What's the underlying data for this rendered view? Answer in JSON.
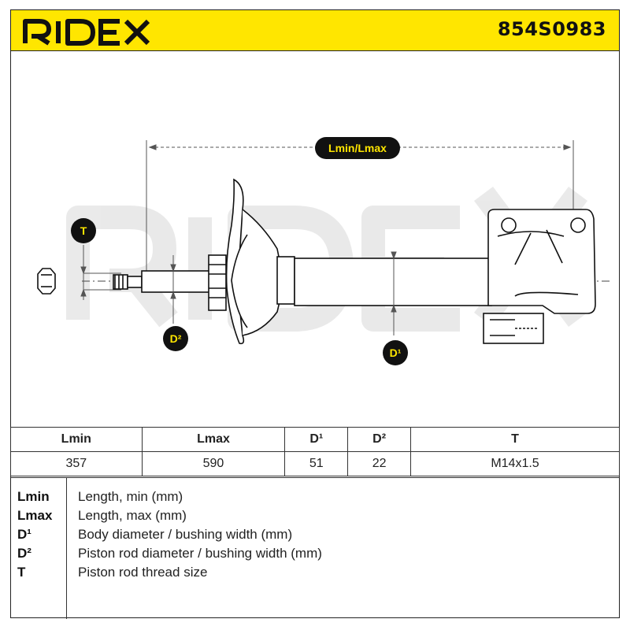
{
  "header": {
    "brand": "RIDEX",
    "part_number": "854S0983",
    "background_color": "#ffe600"
  },
  "diagram": {
    "labels": {
      "length": "Lmin/Lmax",
      "thread": "T",
      "rod_diameter": "D²",
      "body_diameter": "D¹"
    },
    "watermark": "RIDEX"
  },
  "specs": {
    "headers": [
      "Lmin",
      "Lmax",
      "D¹",
      "D²",
      "T"
    ],
    "values": [
      "357",
      "590",
      "51",
      "22",
      "M14x1.5"
    ]
  },
  "legend": [
    {
      "key": "Lmin",
      "desc": "Length, min (mm)"
    },
    {
      "key": "Lmax",
      "desc": "Length, max (mm)"
    },
    {
      "key": "D¹",
      "desc": "Body diameter / bushing width (mm)"
    },
    {
      "key": "D²",
      "desc": "Piston rod diameter / bushing width (mm)"
    },
    {
      "key": "T",
      "desc": "Piston rod thread size"
    }
  ]
}
